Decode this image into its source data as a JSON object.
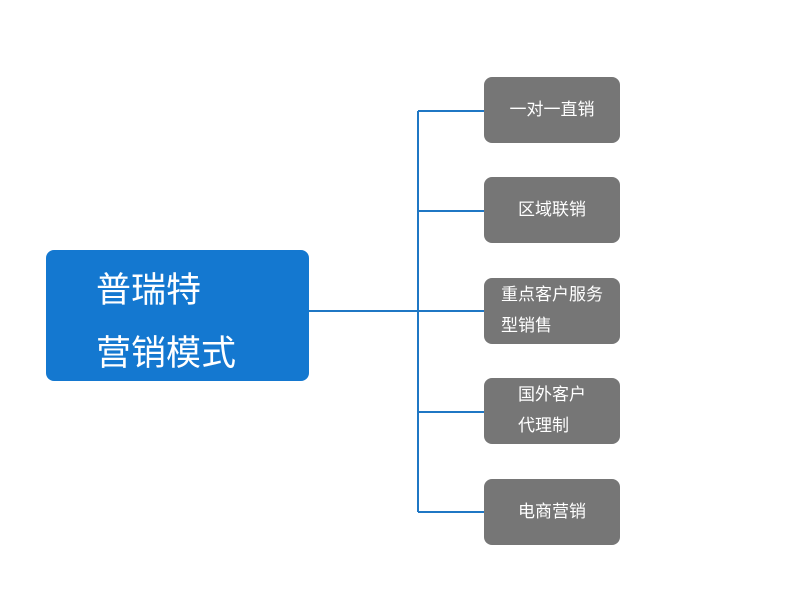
{
  "colors": {
    "root_fill": "#1478d0",
    "child_fill": "#767676",
    "connector": "#1f77c4",
    "text": "#ffffff"
  },
  "root": {
    "lines": [
      "普瑞特",
      "营销模式"
    ]
  },
  "children": [
    {
      "lines": [
        "一对一直销"
      ]
    },
    {
      "lines": [
        "区域联销"
      ]
    },
    {
      "lines": [
        "重点客户服务",
        "型销售"
      ]
    },
    {
      "lines": [
        "国外客户",
        "代理制"
      ]
    },
    {
      "lines": [
        "电商营销"
      ]
    }
  ]
}
